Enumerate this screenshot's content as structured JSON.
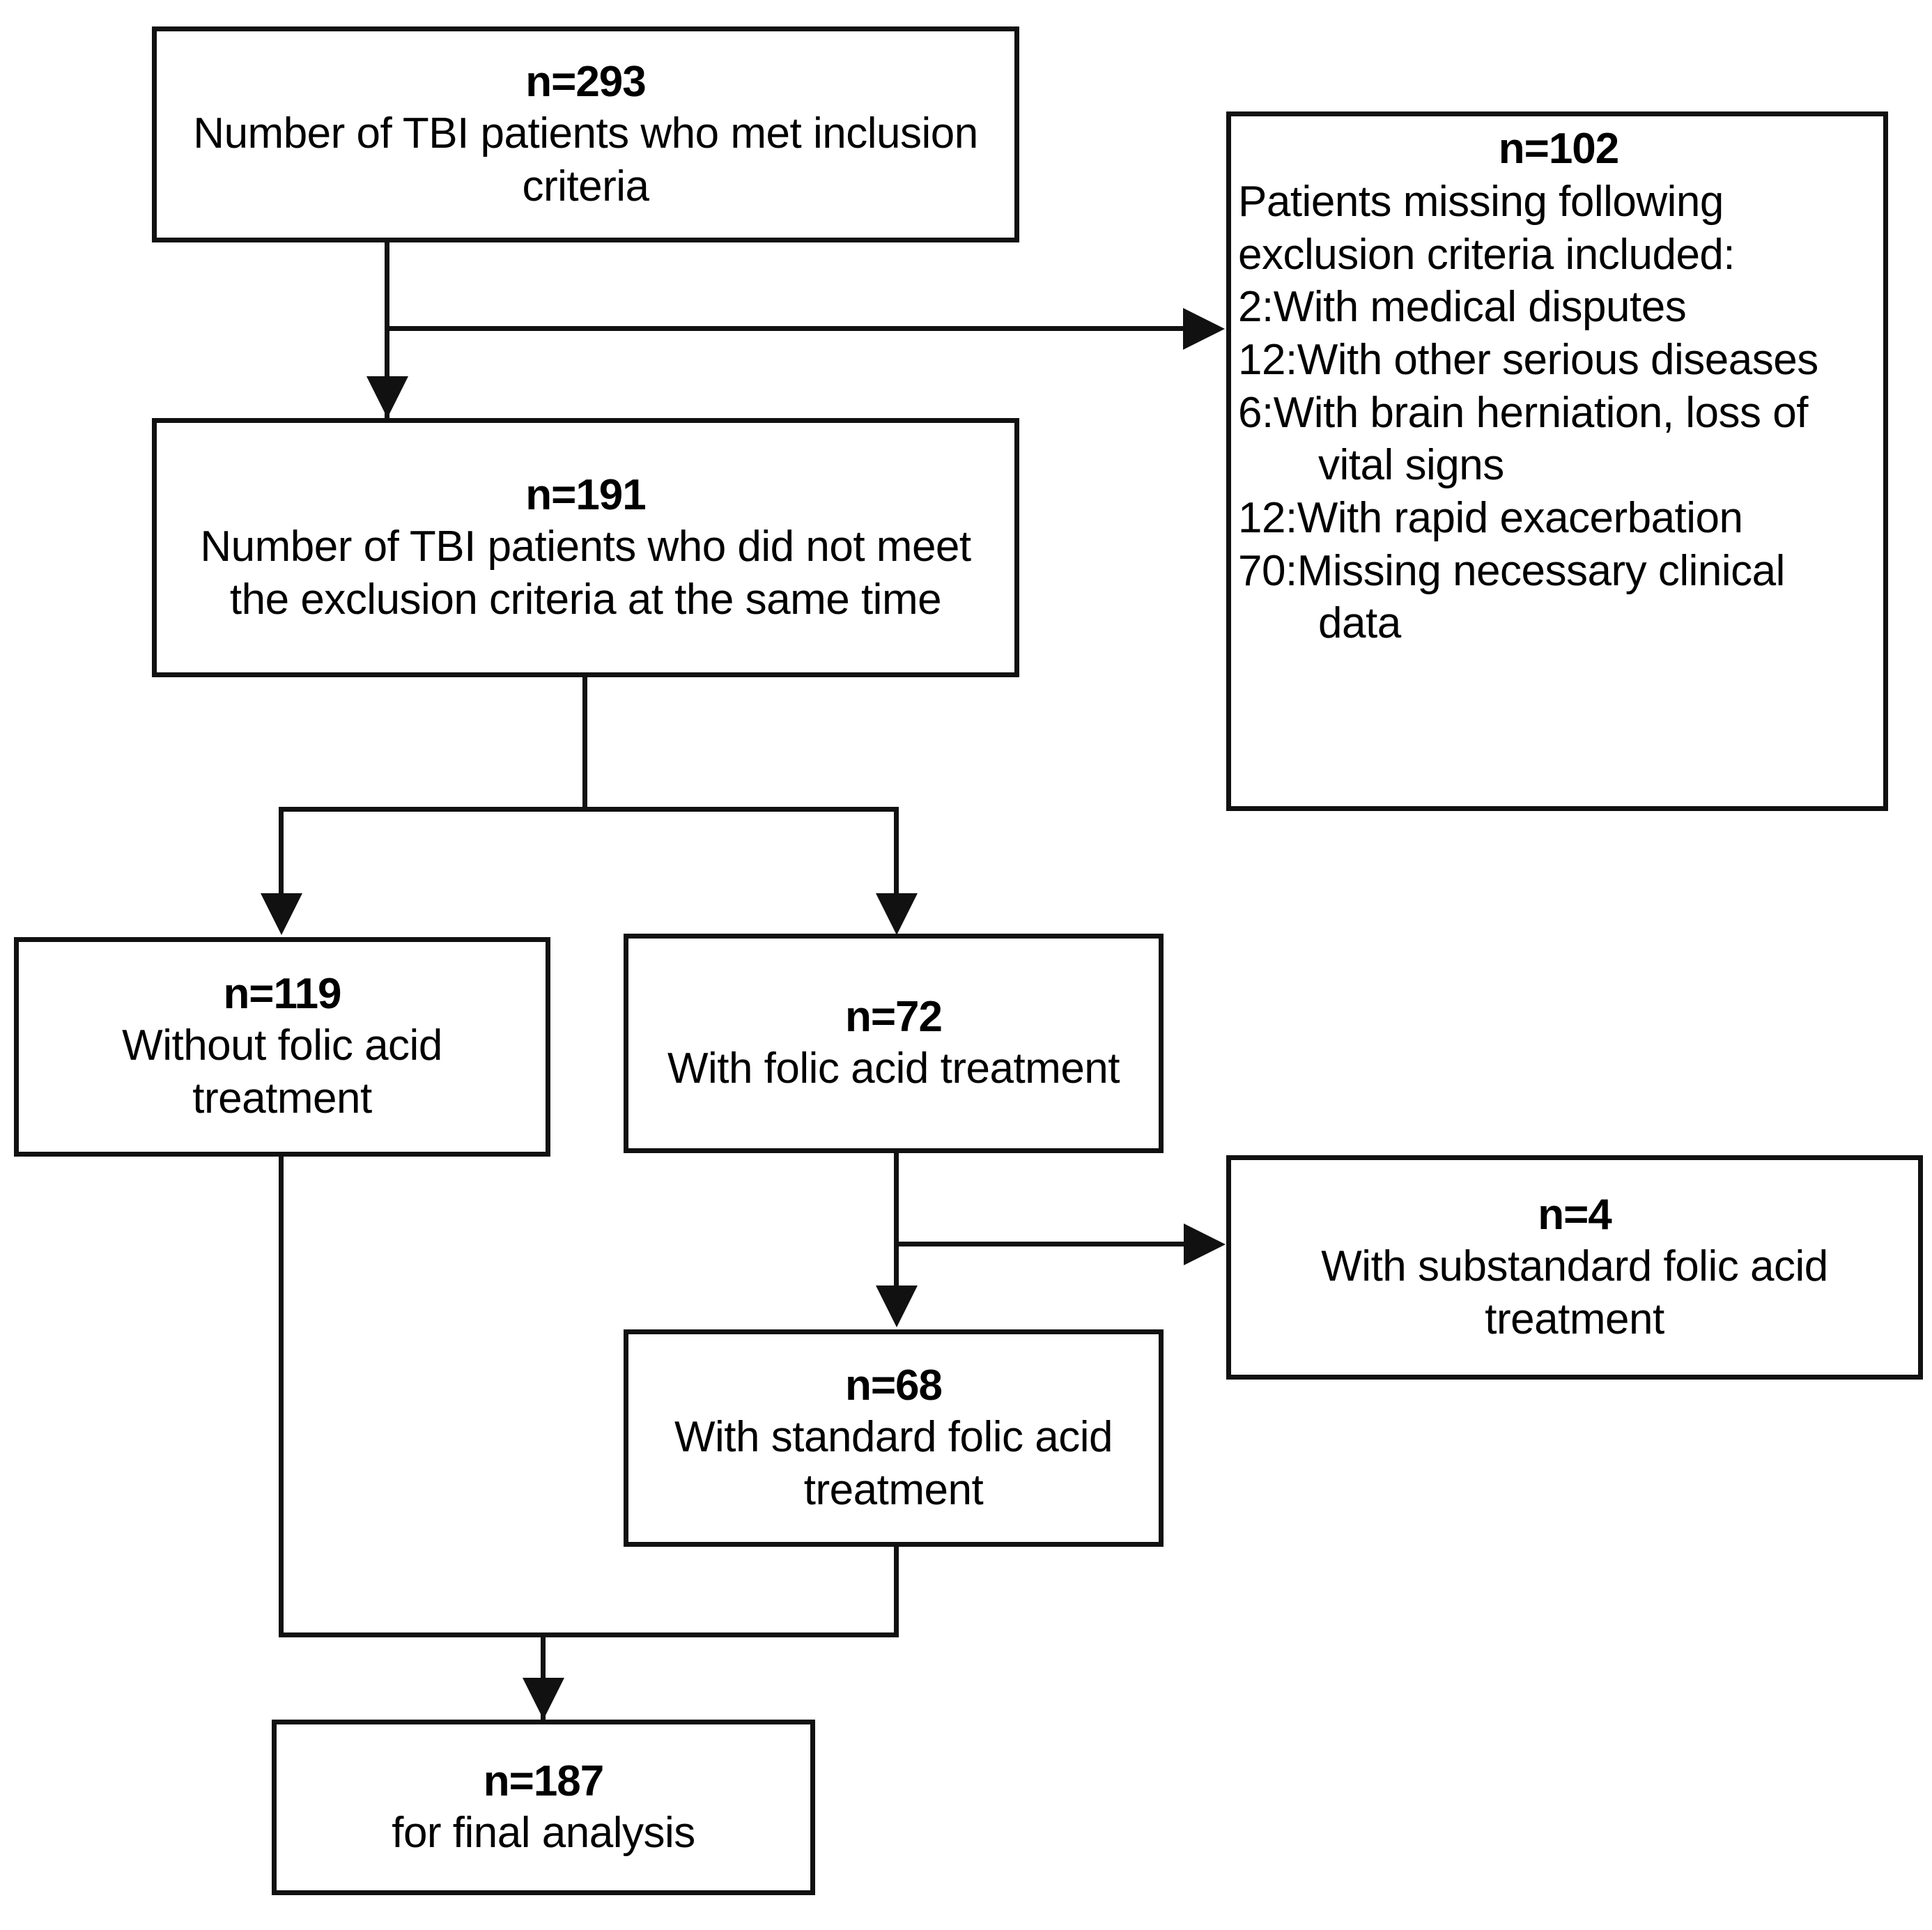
{
  "diagram": {
    "type": "patient-flow-diagram",
    "nodes": {
      "included": {
        "count_label": "n=293",
        "description": "Number of TBI patients who met inclusion criteria"
      },
      "excluded": {
        "count_label": "n=102",
        "lead": "Patients missing following exclusion criteria included:",
        "items": [
          "2:With medical disputes",
          "12:With other serious diseases",
          "6:With brain herniation, loss of vital signs",
          "12:With rapid exacerbation",
          "70:Missing necessary clinical data"
        ]
      },
      "eligible": {
        "count_label": "n=191",
        "description": "Number of TBI patients who did not meet the exclusion criteria at the same time"
      },
      "without_folic": {
        "count_label": "n=119",
        "description": "Without folic acid treatment"
      },
      "with_folic": {
        "count_label": "n=72",
        "description": "With folic acid treatment"
      },
      "substandard": {
        "count_label": "n=4",
        "description": "With substandard folic acid treatment"
      },
      "standard": {
        "count_label": "n=68",
        "description": "With standard folic acid treatment"
      },
      "final": {
        "count_label": "n=187",
        "description": "for final analysis"
      }
    },
    "colors": {
      "stroke": "#111111",
      "fill": "#ffffff",
      "text": "#000000"
    }
  }
}
